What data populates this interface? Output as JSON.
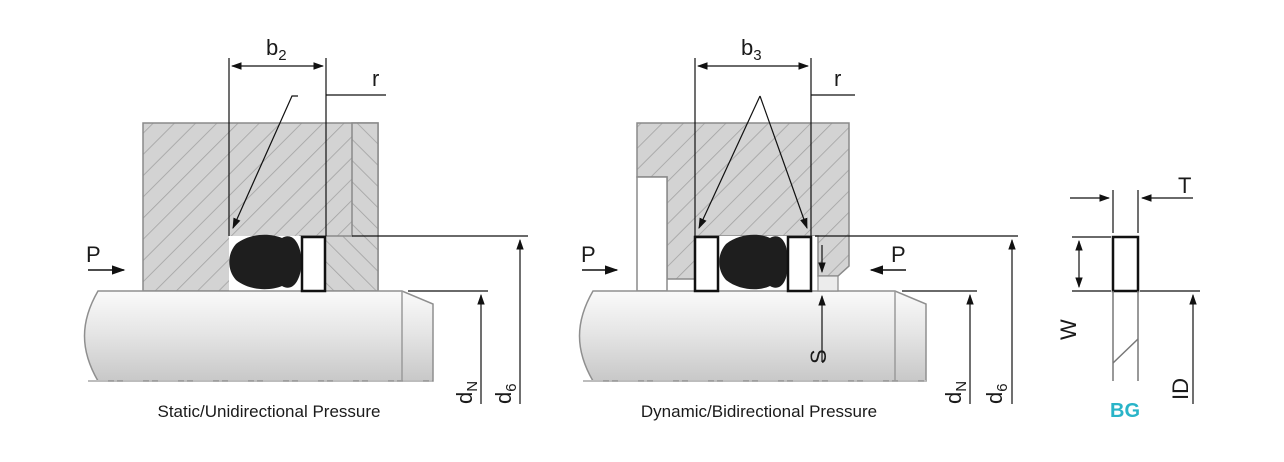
{
  "left_figure": {
    "caption": "Static/Unidirectional Pressure",
    "dims": {
      "b": "b",
      "b_sub": "2",
      "r": "r",
      "p": "P",
      "dn": "d",
      "dn_sub": "N",
      "d6": "d",
      "d6_sub": "6"
    }
  },
  "right_figure": {
    "caption": "Dynamic/Bidirectional Pressure",
    "dims": {
      "b": "b",
      "b_sub": "3",
      "r": "r",
      "p_left": "P",
      "p_right": "P",
      "s": "S",
      "dn": "d",
      "dn_sub": "N",
      "d6": "d",
      "d6_sub": "6"
    }
  },
  "profile_figure": {
    "t": "T",
    "w": "W",
    "id": "ID",
    "brand": "BG"
  },
  "colors": {
    "housing_fill": "#d3d3d3",
    "hatch": "#9c9c9c",
    "oring": "#1e1e1e",
    "shaft_light": "#f2f2f2",
    "shaft_dark": "#c4c4c4",
    "brand": "#29b4c8"
  }
}
